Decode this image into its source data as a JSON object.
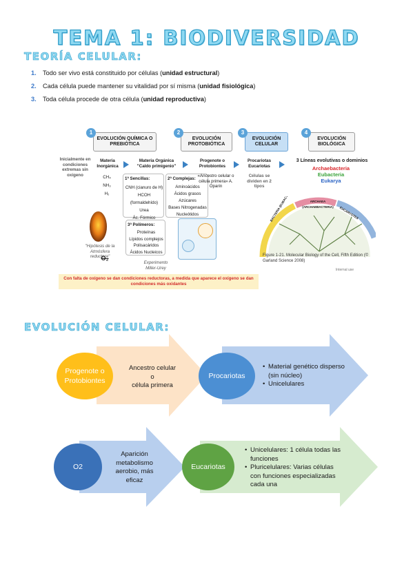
{
  "title": "TEMA 1: BIODIVERSIDAD",
  "section1": {
    "heading": "TEORÍA CELULAR:",
    "items": [
      {
        "num": "1.",
        "text": "Todo ser vivo está constituido por células (",
        "bold": "unidad estructural",
        "end": ")"
      },
      {
        "num": "2.",
        "text": "Cada célula puede mantener su vitalidad por sí misma (",
        "bold": "unidad fisiológica",
        "end": ")"
      },
      {
        "num": "3.",
        "text": "Toda célula procede de otra célula (",
        "bold": "unidad reproductiva",
        "end": ")"
      }
    ]
  },
  "figure": {
    "stages": [
      {
        "num": "1",
        "label": "EVOLUCIÓN QUÍMICA O PREBIÓTICA"
      },
      {
        "num": "2",
        "label": "EVOLUCIÓN PROTOBIÓTICA"
      },
      {
        "num": "3",
        "label": "EVOLUCIÓN CELULAR"
      },
      {
        "num": "4",
        "label": "EVOLUCIÓN BIOLÓGICA"
      }
    ],
    "conditions": "Inicialmente en condiciones extremas sin oxígeno",
    "materia_inorganica": "Materia Inorgánica",
    "inorganic_formulas": [
      "CH₄",
      "NH₃",
      "H₂"
    ],
    "materia_organica": "Materia Orgánica \"Caldo primigenio\"",
    "simple_title": "1ª Sencillas:",
    "simple_items": [
      "CNH (cianuro de H)",
      "HCOH (formaldehído)",
      "Urea",
      "Ác. Fórmico"
    ],
    "complex_title": "2ª Complejas:",
    "complex_items": [
      "Aminoácidos",
      "Ácidos grasos",
      "Azúcares",
      "Bases Nitrogenadas",
      "Nucleótidos"
    ],
    "polymer_title": "3ª Polímeros:",
    "polymer_items": [
      "Proteínas",
      "Lípidos complejos",
      "Polisacáridos",
      "Ácidos Nucleicos"
    ],
    "hypothesis": "\"Hipótesis de la Atmósfera reductora\"",
    "o2_crossed": "O₂",
    "experiment": "Experimento Miller-Urey",
    "progenote": "Progenote o Protobiontes",
    "progenote_note": "«Ancestro celular o célula primera» A. Oparin",
    "procariotas": "Procariotas Eucariotas",
    "procariotas_note": "Células se dividen en 2 tipos",
    "lines_title": "3 Líneas evolutivas o dominios",
    "domains": [
      {
        "name": "Archaebacteria",
        "color": "#d9262b"
      },
      {
        "name": "Eubacteria",
        "color": "#3aa33a"
      },
      {
        "name": "Eukarya",
        "color": "#2a63c4"
      }
    ],
    "tree_labels": [
      "BACTERIA (EUBACTERIA)",
      "ARCHAEA (ARCHAEBACTERIA)",
      "EUCARYOTES"
    ],
    "footer_note": "Con falta de oxígeno se dan condiciones reductoras, a medida que aparece el oxígeno se dan condiciones más oxidantes",
    "caption": "Figure 1-21. Molecular Biology of the Cell, Fifth Edition (© Garland Science 2008)",
    "internal_use": "Internal use"
  },
  "section2": {
    "heading": "EVOLUCIÓN CELULAR:",
    "row1": {
      "circle1": "Progenote o Protobiontes",
      "arrow1_lines": [
        "Ancestro celular",
        "o",
        "célula primera"
      ],
      "circle2": "Procariotas",
      "arrow2_bullets": [
        "Material genético disperso (sin núcleo)",
        "Unicelulares"
      ]
    },
    "row2": {
      "circle1": "O2",
      "arrow1_lines": [
        "Aparición",
        "metabolismo",
        "aerobio, más",
        "eficaz"
      ],
      "circle2": "Eucariotas",
      "arrow2_bullets": [
        "Unicelulares: 1 célula todas las funciones",
        "Pluricelulares: Varias células con funciones especializadas cada una"
      ]
    }
  },
  "colors": {
    "title": "#8fd9f2",
    "orange_circle": "#ffbf1a",
    "blue_circle": "#4c8fd3",
    "navy_circle": "#3a71b8",
    "green_circle": "#5fa344",
    "peach_arrow": "#fde3c7",
    "lightblue_arrow": "#b8cfee",
    "lightgreen_arrow": "#d6ebcf"
  }
}
